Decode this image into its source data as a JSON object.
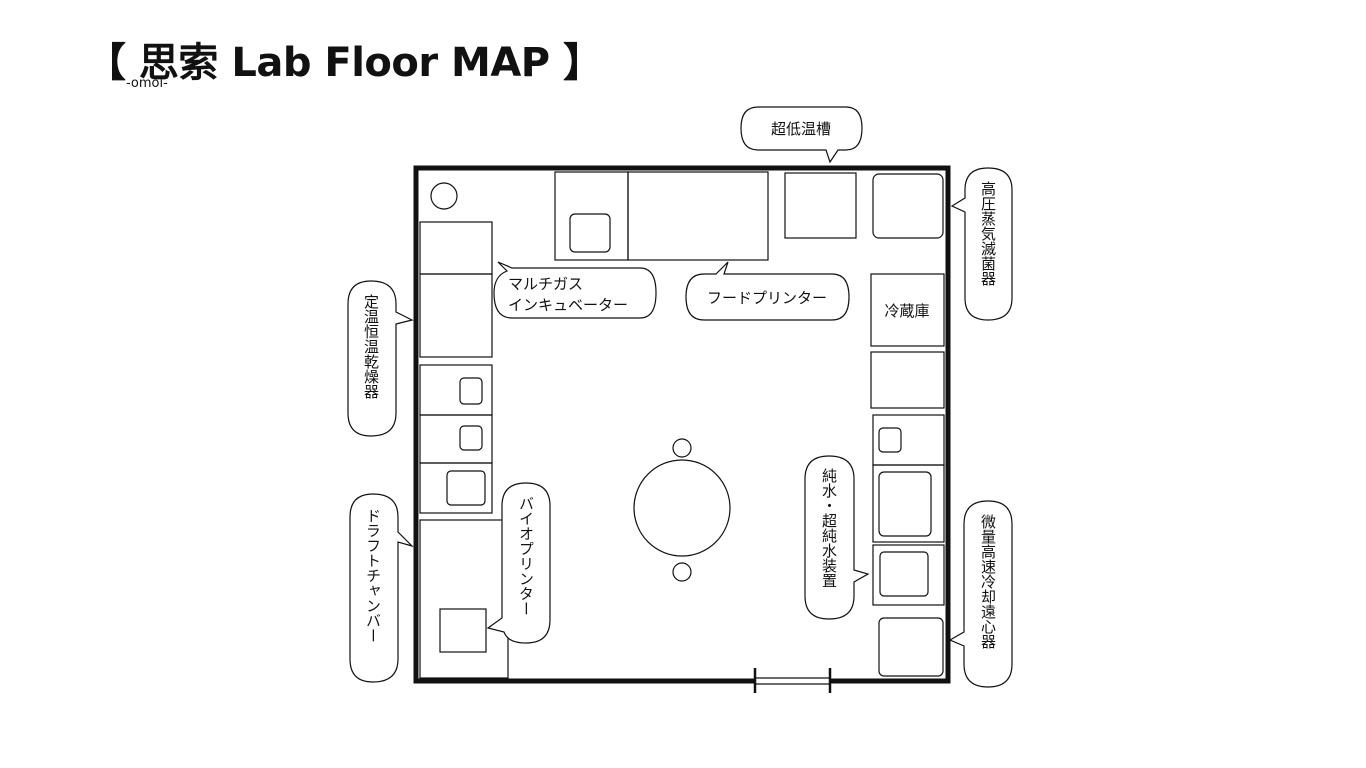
{
  "header": {
    "title": "【 思索 Lab Floor MAP 】",
    "subtitle": "-omoi-"
  },
  "labels": {
    "ultra_low_temp_bath": "超低温槽",
    "autoclave": "高圧蒸気滅菌器",
    "multigas_incubator_line1": "マルチガス",
    "multigas_incubator_line2": "インキュベーター",
    "food_printer": "フードプリンター",
    "refrigerator": "冷蔵庫",
    "constant_temp_dryer": "定温恒温乾燥器",
    "draft_chamber": "ドラフトチャンバー",
    "bio_printer": "バイオプリンター",
    "pure_water": "純水・超純水装置",
    "centrifuge": "微量高速冷却遠心器"
  }
}
